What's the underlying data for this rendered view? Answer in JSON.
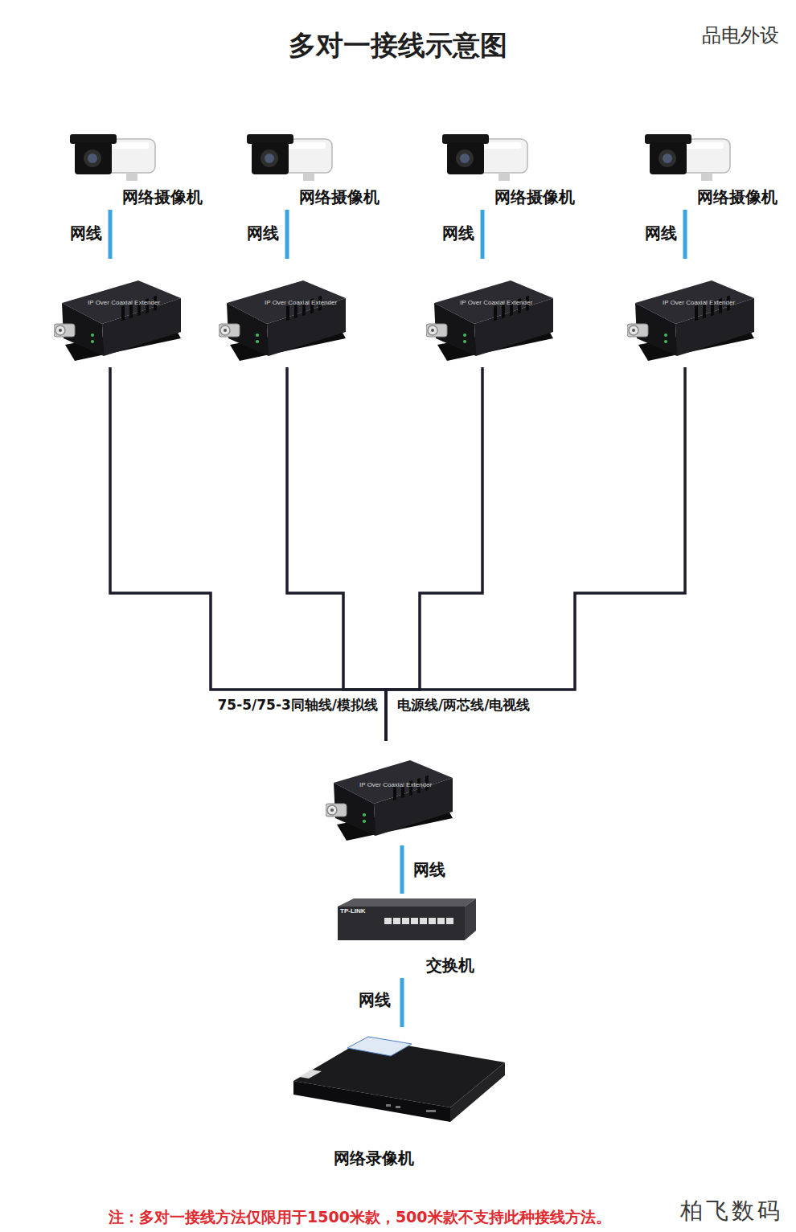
{
  "diagram": {
    "title": "多对一接线示意图",
    "nodes": [
      {
        "text": [
          "网络摄像机"
        ]
      },
      {
        "text": [
          "网络摄像机"
        ]
      },
      {
        "text": [
          "网络摄像机"
        ]
      },
      {
        "text": [
          "网络摄像机"
        ]
      },
      {
        "text": [
          "IP Over Coaxial Extender"
        ]
      },
      {
        "text": [
          "IP Over Coaxial Extender"
        ]
      },
      {
        "text": [
          "IP Over Coaxial Extender"
        ]
      },
      {
        "text": [
          "IP Over Coaxial Extender"
        ]
      },
      {
        "text": [
          "IP Over Coaxial Extender"
        ]
      },
      {
        "text": [
          "TP-LINK",
          "交换机"
        ]
      },
      {
        "text": [
          "网络录像机"
        ]
      }
    ],
    "edges": [
      {
        "from": 0,
        "to": 4,
        "arrow": "none",
        "label": "网线"
      },
      {
        "from": 1,
        "to": 5,
        "arrow": "none",
        "label": "网线"
      },
      {
        "from": 2,
        "to": 6,
        "arrow": "none",
        "label": "网线"
      },
      {
        "from": 3,
        "to": 7,
        "arrow": "none",
        "label": "网线"
      },
      {
        "from": 4,
        "to": 8,
        "arrow": "none"
      },
      {
        "from": 5,
        "to": 8,
        "arrow": "none"
      },
      {
        "from": 6,
        "to": 8,
        "arrow": "none"
      },
      {
        "from": 7,
        "to": 8,
        "arrow": "none"
      },
      {
        "from": 8,
        "to": 9,
        "arrow": "none",
        "label": "网线"
      },
      {
        "from": 9,
        "to": 10,
        "arrow": "none",
        "label": "网线"
      }
    ],
    "labels": [
      "品电外设",
      "75-5/75-3同轴线/模拟线",
      "电源线/两芯线/电视线",
      "注：多对一接线方法仅限用于1500米款，500米款不支持此种接线方法。",
      "柏飞数码"
    ]
  }
}
